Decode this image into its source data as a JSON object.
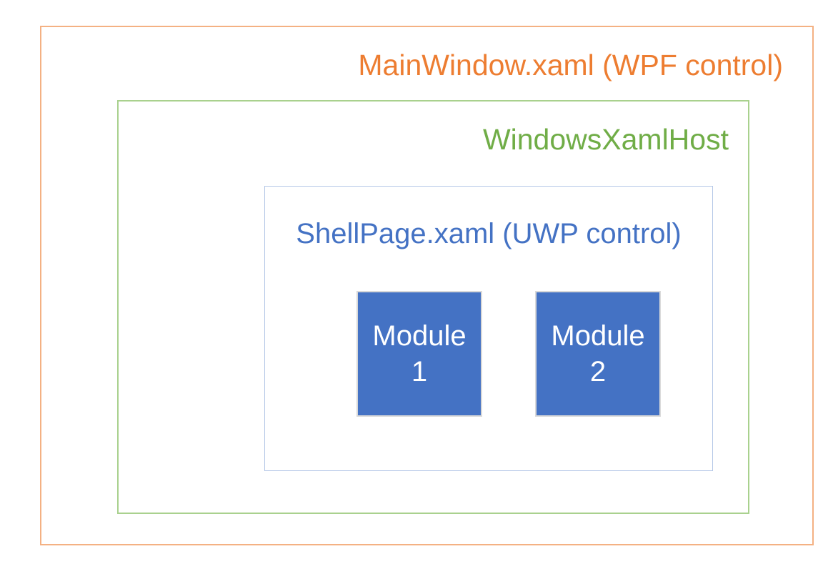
{
  "diagram": {
    "outer": {
      "label": "MainWindow.xaml (WPF control)",
      "text_color": "#ED7D31",
      "border_color": "#F4B183"
    },
    "host": {
      "label": "WindowsXamlHost",
      "text_color": "#70AD47",
      "border_color": "#A9D18E"
    },
    "shell": {
      "label": "ShellPage.xaml (UWP control)",
      "text_color": "#4472C4",
      "border_color": "#B4C7E7"
    },
    "modules": [
      {
        "line1": "Module",
        "line2": "1",
        "fill_color": "#4472C4",
        "border_color": "#D9D9D9",
        "text_color": "#FFFFFF"
      },
      {
        "line1": "Module",
        "line2": "2",
        "fill_color": "#4472C4",
        "border_color": "#D9D9D9",
        "text_color": "#FFFFFF"
      }
    ]
  }
}
